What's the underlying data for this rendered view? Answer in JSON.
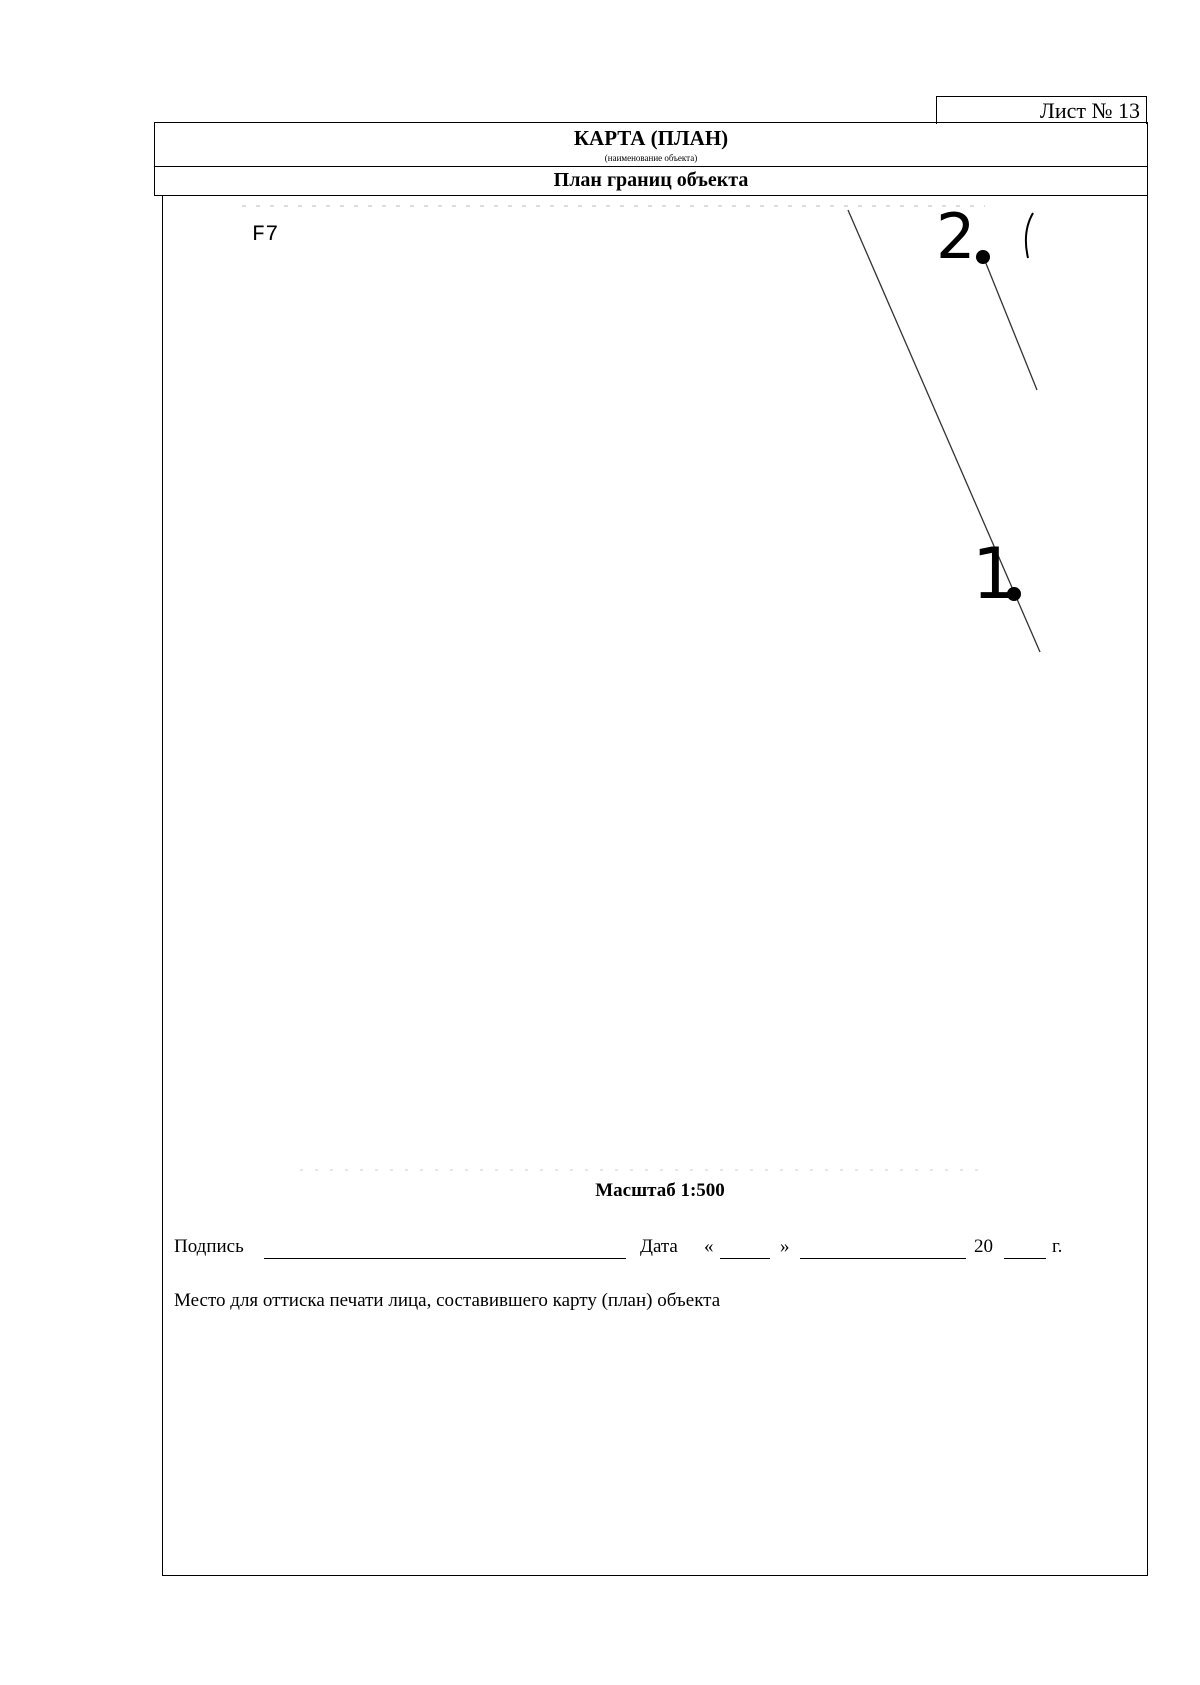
{
  "sheet": {
    "label": "Лист № 13"
  },
  "header": {
    "title": "КАРТА (ПЛАН)",
    "subtitle": "(наименование объекта)",
    "plan_title": "План границ объекта"
  },
  "map": {
    "label": "F7",
    "points": [
      {
        "label": "2"
      },
      {
        "label": "1"
      }
    ]
  },
  "footer": {
    "scale": "Масштаб 1:500",
    "signature_label": "Подпись",
    "date_label": "Дата",
    "quote_open": "«",
    "quote_close": "»",
    "year_prefix": "20",
    "year_suffix": "г.",
    "stamp_text": "Место для оттиска печати лица, составившего карту (план) объекта"
  }
}
